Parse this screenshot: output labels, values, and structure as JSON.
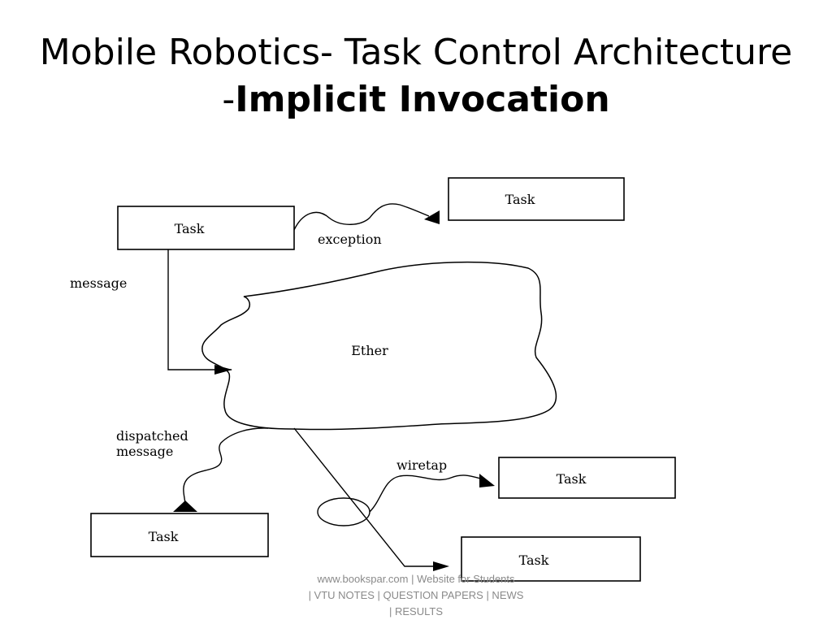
{
  "slide": {
    "title_line1": "Mobile Robotics- Task Control Architecture",
    "title_line2_prefix": "-",
    "title_line2_bold": "Implicit Invocation"
  },
  "diagram": {
    "nodes": {
      "task_top_left": "Task",
      "task_top_right": "Task",
      "task_bottom_left": "Task",
      "task_mid_right": "Task",
      "task_bottom_right": "Task",
      "ether": "Ether"
    },
    "edge_labels": {
      "exception": "exception",
      "message": "message",
      "dispatched_line1": "dispatched",
      "dispatched_line2": "message",
      "wiretap": "wiretap"
    }
  },
  "footer": {
    "line1": "www.bookspar.com | Website for Students",
    "line2": "| VTU NOTES | QUESTION PAPERS | NEWS",
    "line3": "| RESULTS"
  }
}
